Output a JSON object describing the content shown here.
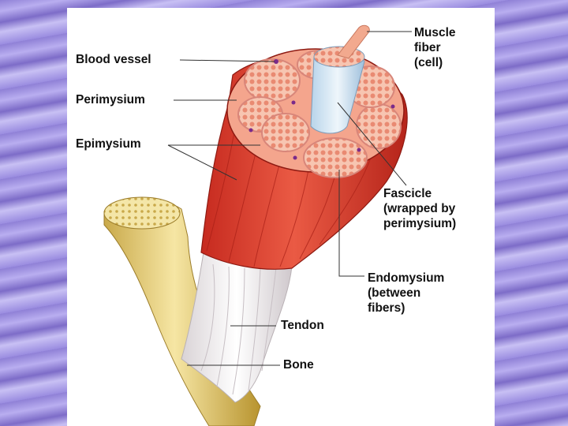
{
  "labels": {
    "blood_vessel": "Blood vessel",
    "perimysium": "Perimysium",
    "epimysium": "Epimysium",
    "muscle_fiber": "Muscle\nfiber\n(cell)",
    "fascicle": "Fascicle\n(wrapped by\nperimysium)",
    "endomysium": "Endomysium\n(between\nfibers)",
    "tendon": "Tendon",
    "bone": "Bone"
  },
  "colors": {
    "background": "#9a8ce0",
    "panel": "#ffffff",
    "muscle": "#d83a2c",
    "fascicle_fill": "#f6b9a2",
    "fiber_dot": "#e98a72",
    "bone": "#e9d58a",
    "tendon": "#f1ece8",
    "leader_line": "#333333"
  }
}
